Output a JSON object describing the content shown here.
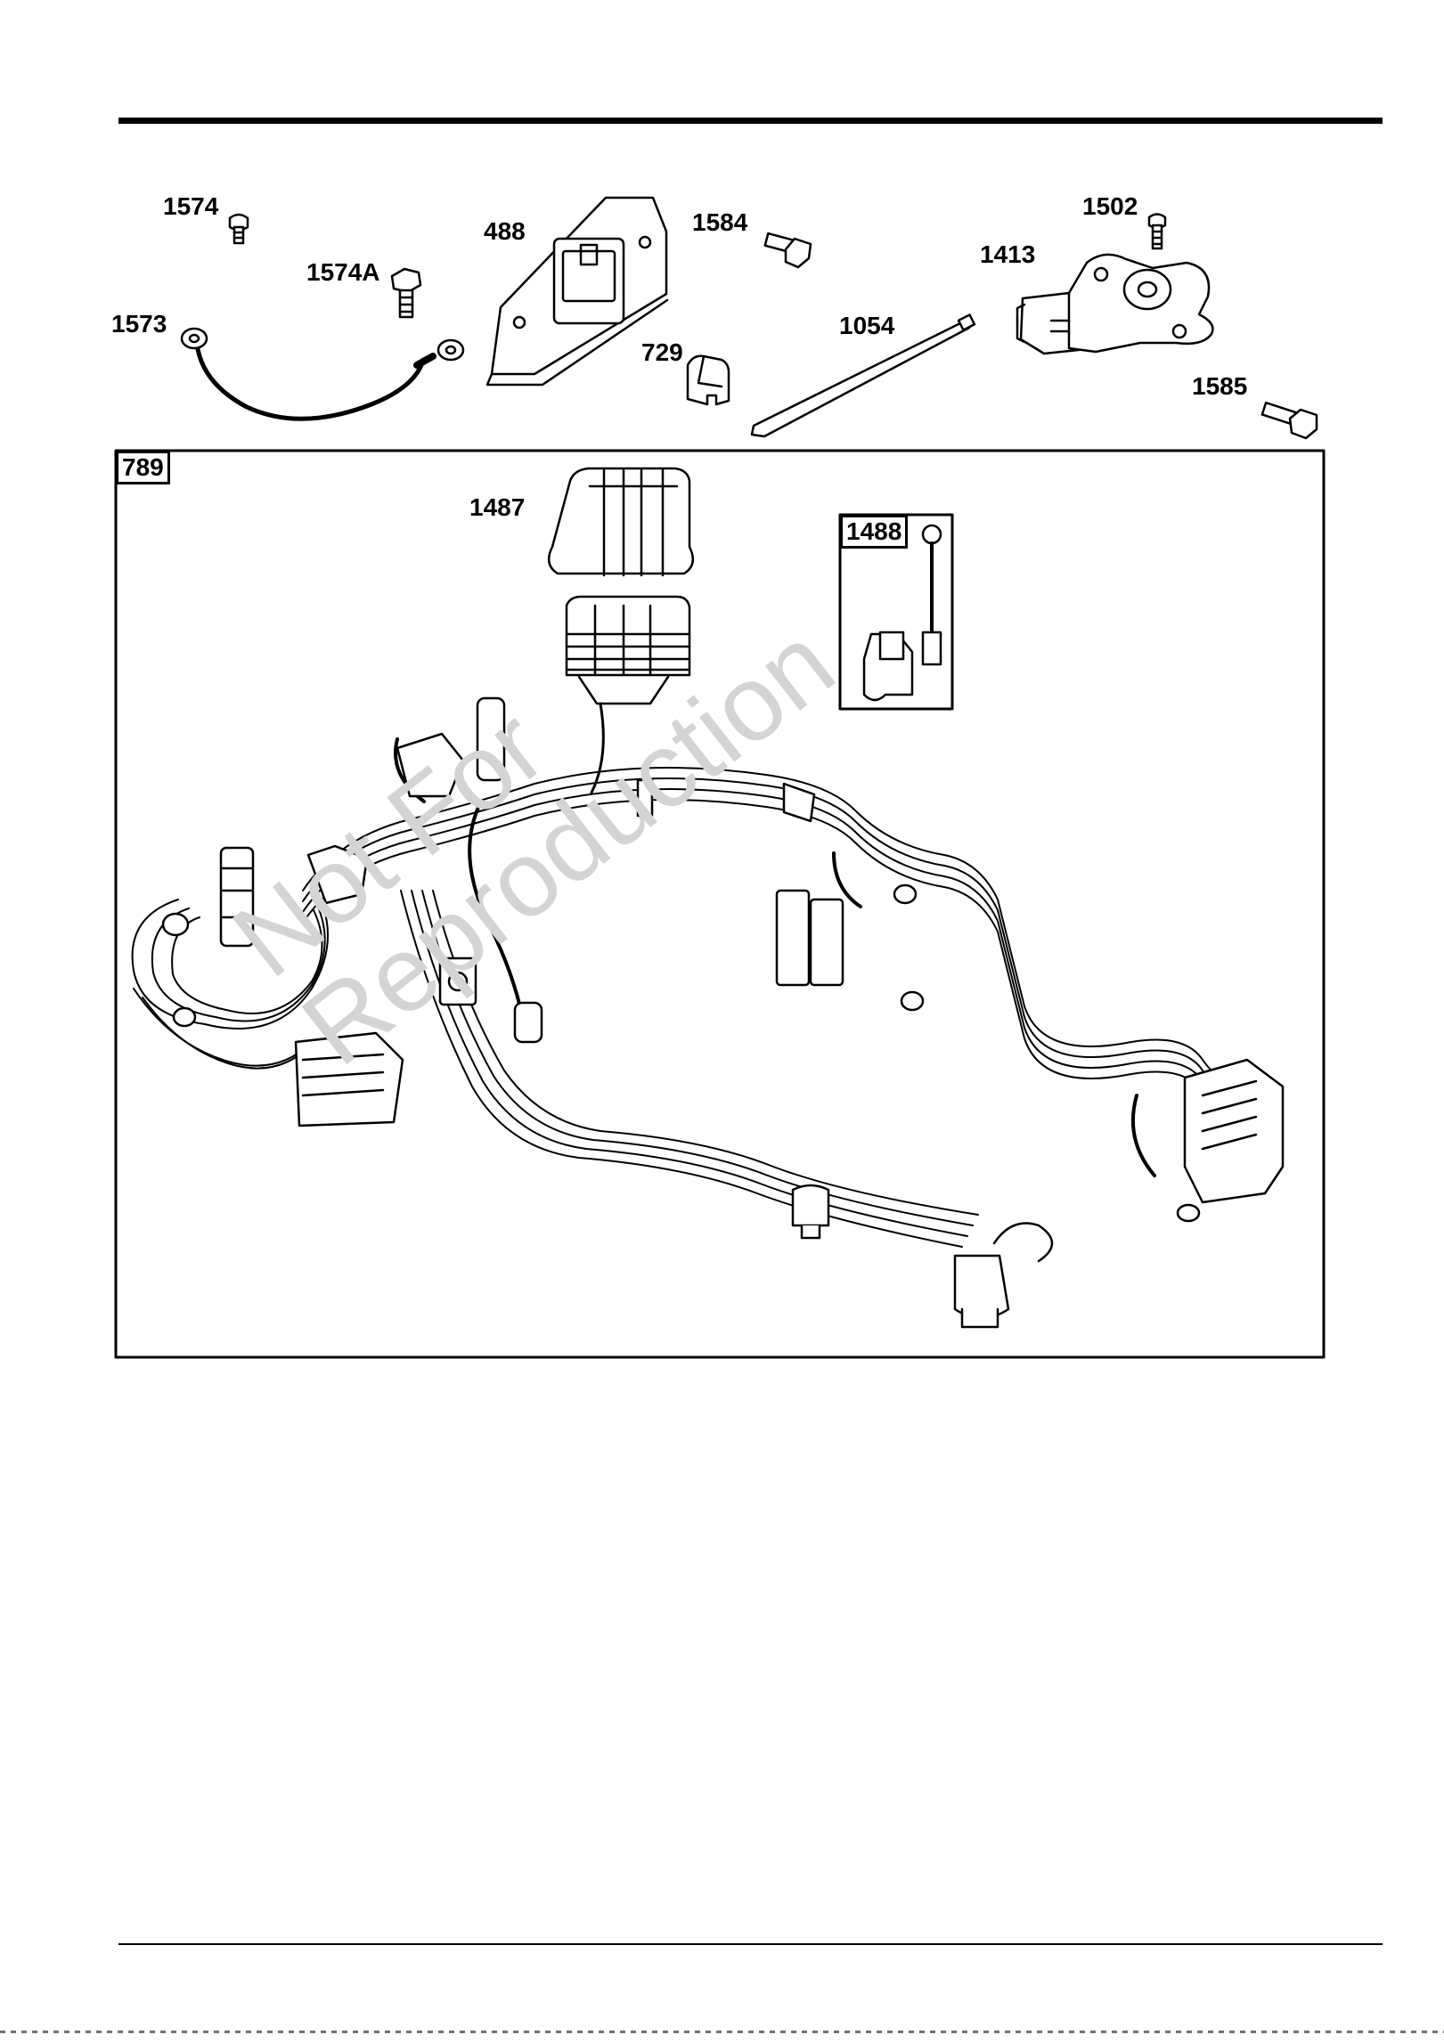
{
  "callouts": {
    "c1574": "1574",
    "c1574A": "1574A",
    "c1573": "1573",
    "c488": "488",
    "c1584": "1584",
    "c729": "729",
    "c1054": "1054",
    "c1502": "1502",
    "c1413": "1413",
    "c1585": "1585",
    "c789": "789",
    "c1487": "1487",
    "c1488": "1488"
  },
  "watermark": "Not For\nReproduction",
  "colors": {
    "line": "#000000",
    "watermark": "#d4d4d4",
    "background": "#ffffff"
  }
}
